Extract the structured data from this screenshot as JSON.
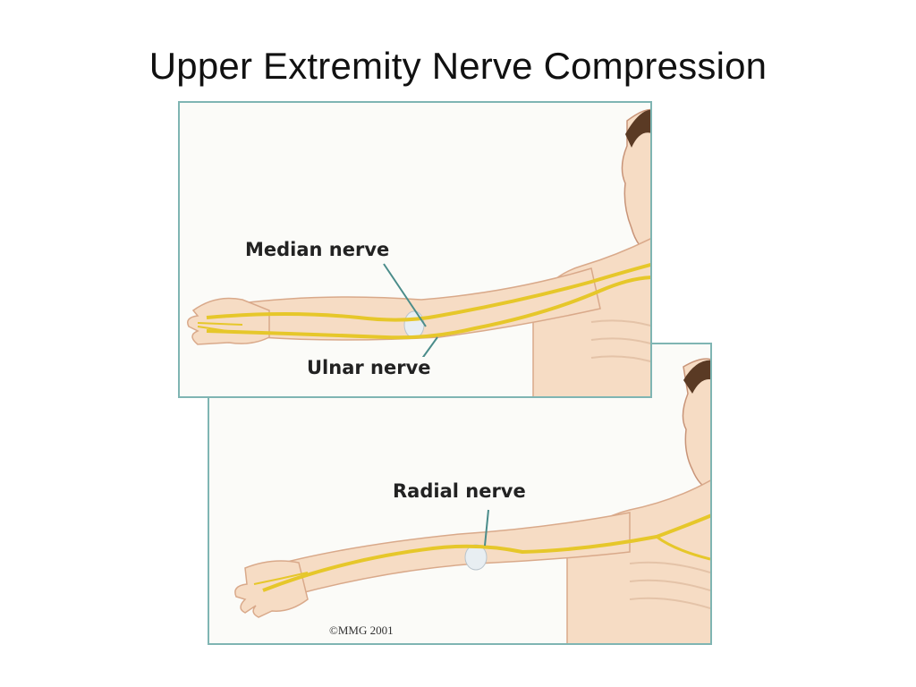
{
  "slide": {
    "title": "Upper Extremity Nerve Compression"
  },
  "illustration_top": {
    "labels": {
      "median": "Median nerve",
      "ulnar": "Ulnar nerve"
    }
  },
  "illustration_bottom": {
    "labels": {
      "radial": "Radial nerve"
    },
    "copyright": "©MMG 2001"
  },
  "colors": {
    "panel_border": "#7fb5b3",
    "nerve": "#e6c72a",
    "skin": "#f6dcc4",
    "skin_outline": "#d9a98a"
  }
}
